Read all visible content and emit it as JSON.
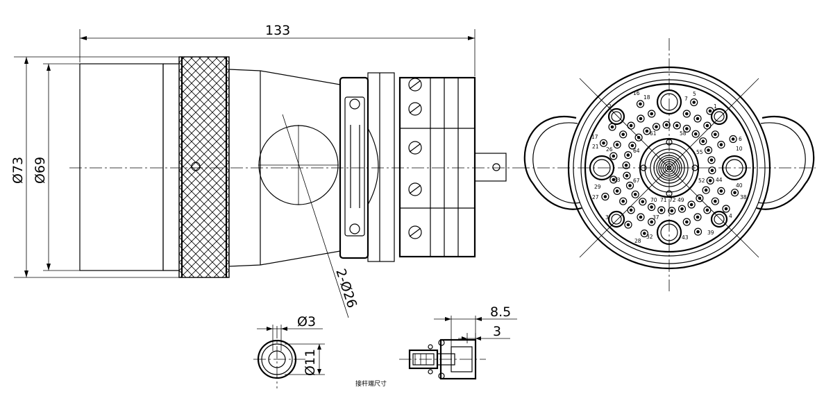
{
  "dimensions": {
    "overall_length": "133",
    "outer_diameter": "Ø73",
    "inner_diameter": "Ø69",
    "hole_spec": "2-Ø26",
    "pin_diameter": "Ø3",
    "pin_outer_diameter": "Ø11",
    "tail_length": "8.5",
    "tail_step": "3"
  },
  "caption": "接杆端尺寸",
  "pin_labels": [
    "1",
    "2",
    "3",
    "4",
    "5",
    "6",
    "7",
    "10",
    "16",
    "17",
    "18",
    "21",
    "26",
    "27",
    "28",
    "29",
    "32",
    "33",
    "37",
    "38",
    "39",
    "40",
    "43",
    "44",
    "49",
    "52",
    "55",
    "58",
    "61",
    "64",
    "67",
    "70",
    "71",
    "72"
  ]
}
